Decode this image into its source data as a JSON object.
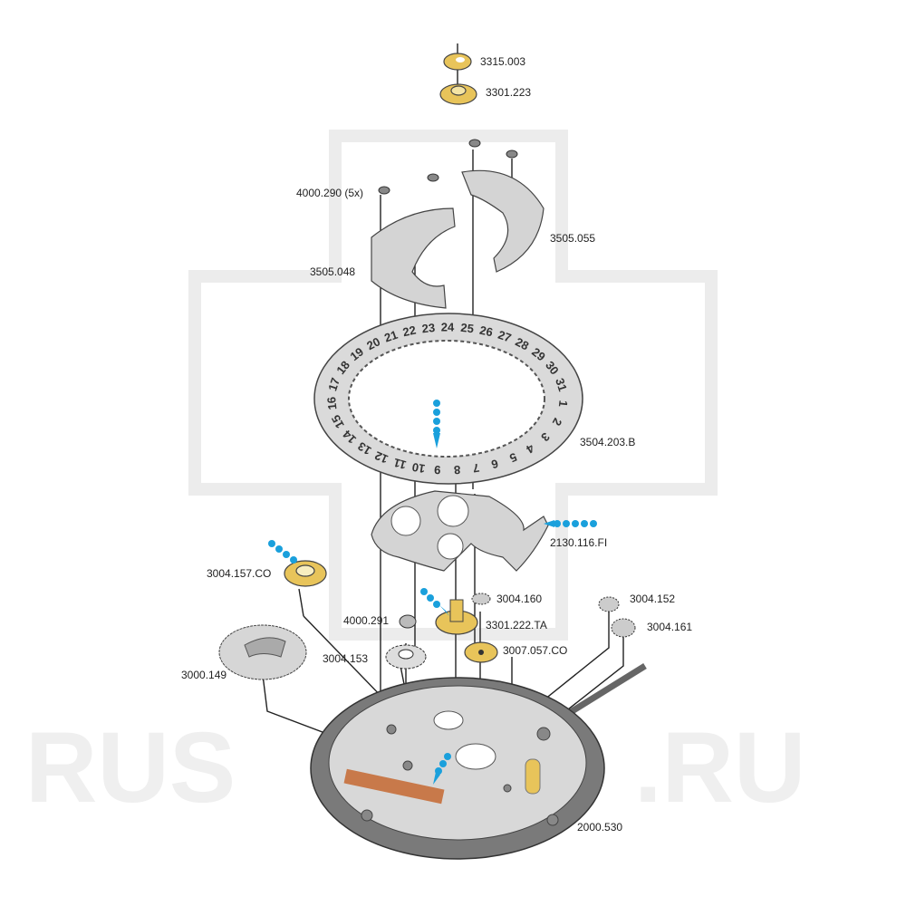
{
  "diagram": {
    "watermark": {
      "left": "RUS",
      "right": ".RU"
    },
    "labels": {
      "p3315_003": "3315.003",
      "p3301_223": "3301.223",
      "p4000_290": "4000.290 (5x)",
      "p3505_055": "3505.055",
      "p3505_048": "3505.048",
      "p3504_203_B": "3504.203.B",
      "p2130_116_FI": "2130.116.FI",
      "p3004_157_CO": "3004.157.CO",
      "p3004_160": "3004.160",
      "p4000_291": "4000.291",
      "p3301_222_TA": "3301.222.TA",
      "p3004_152": "3004.152",
      "p3004_161": "3004.161",
      "p3004_153": "3004.153",
      "p3007_057_CO": "3007.057.CO",
      "p3000_149": "3000.149",
      "p2000_530": "2000.530"
    },
    "date_ring_numbers": [
      "1",
      "2",
      "3",
      "4",
      "5",
      "6",
      "7",
      "8",
      "9",
      "10",
      "11",
      "12",
      "13",
      "14",
      "15",
      "16",
      "17",
      "18",
      "19",
      "20",
      "21",
      "22",
      "23",
      "24",
      "25",
      "26",
      "27",
      "28",
      "29",
      "30",
      "31"
    ],
    "colors": {
      "gold": "#e8c45a",
      "marker_blue": "#1aa0dc",
      "steel": "#c8c8c8",
      "case": "#707070"
    }
  }
}
